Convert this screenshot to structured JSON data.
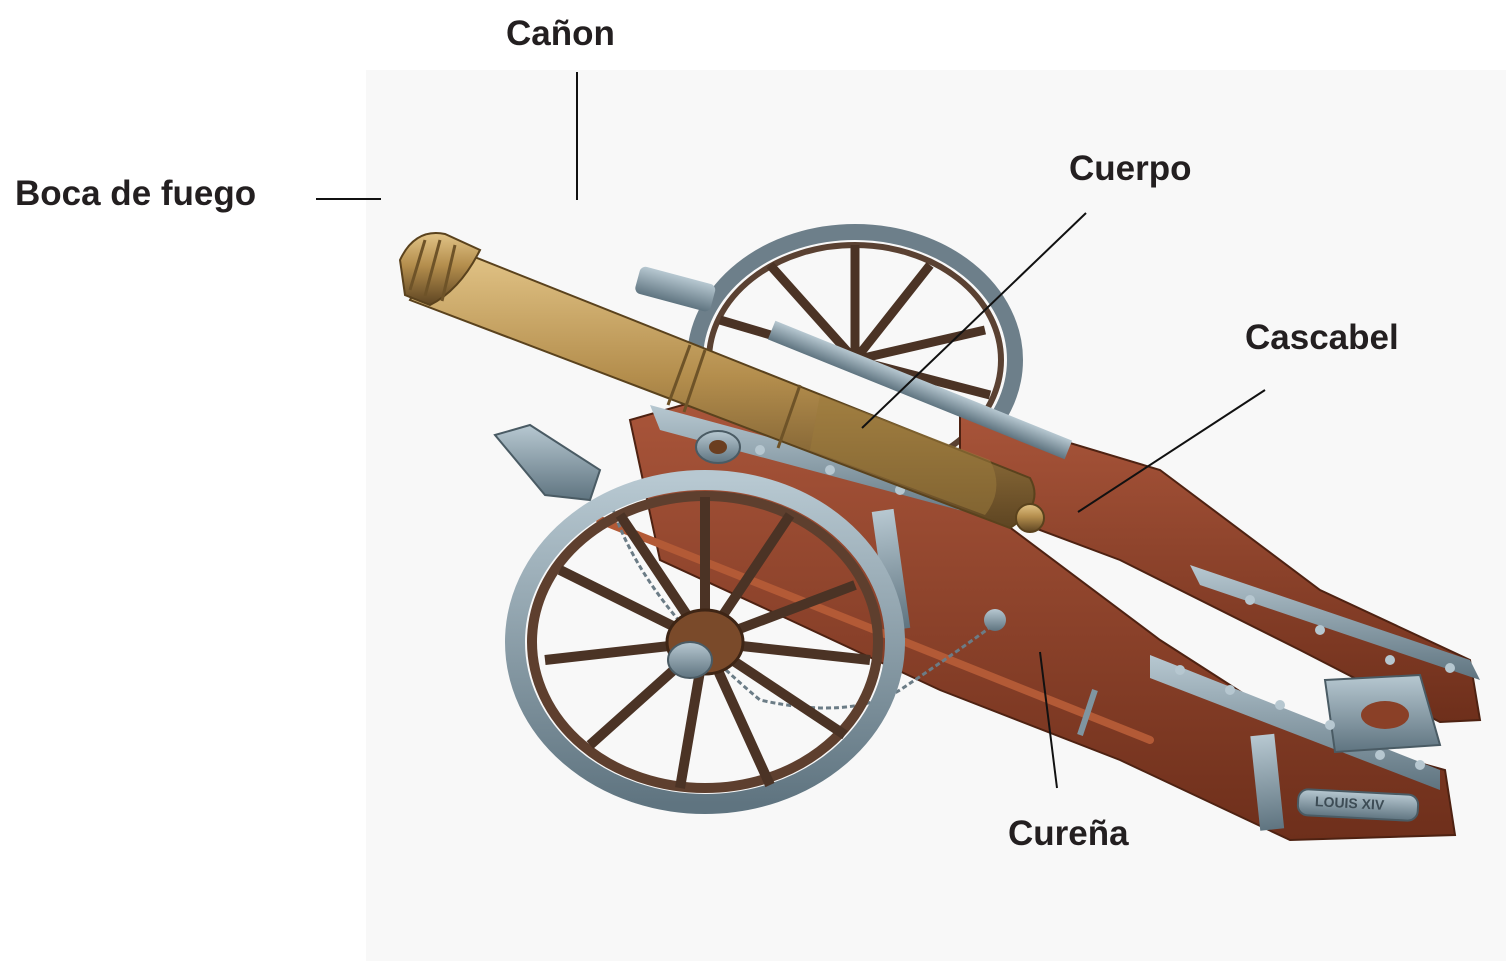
{
  "labels": {
    "canon": "Cañon",
    "boca_de_fuego": "Boca de fuego",
    "cuerpo": "Cuerpo",
    "cascabel": "Cascabel",
    "curena": "Cureña",
    "plate_inscription": "LOUIS XIV"
  },
  "colors": {
    "label_text": "#231f20",
    "leader_line": "#111111",
    "bronze": "#b08a47",
    "wood": "#8a4027",
    "iron": "#7f95a0",
    "background": "#f8f8f8"
  }
}
